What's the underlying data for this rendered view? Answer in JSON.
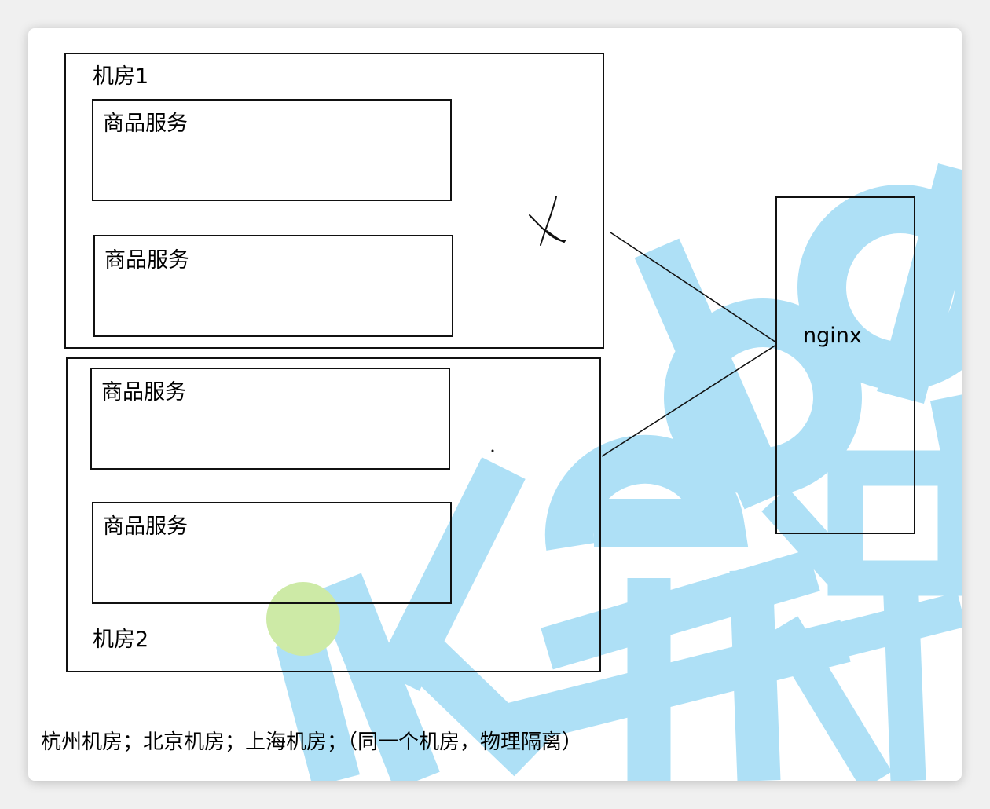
{
  "diagram": {
    "room1": {
      "label": "机房1",
      "services": [
        "商品服务",
        "商品服务"
      ]
    },
    "room2": {
      "label": "机房2",
      "services": [
        "商品服务",
        "商品服务"
      ]
    },
    "proxy": {
      "label": "nginx"
    },
    "failed_link_mark": "x"
  },
  "caption": "杭州机房；北京机房；上海机房；（同一个机房，物理隔离）",
  "watermark": {
    "text": "kaikeba 开课吧",
    "colors": {
      "blue": "#aee0f6",
      "green": "#cdeaa6"
    }
  }
}
